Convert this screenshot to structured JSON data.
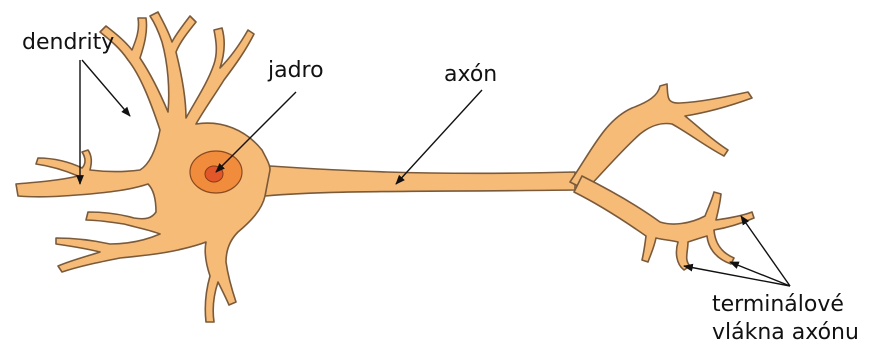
{
  "labels": {
    "dendrites": "dendrity",
    "nucleus": "jadro",
    "axon": "axón",
    "terminals_line1": "terminálové",
    "terminals_line2": "vlákna axónu"
  },
  "colors": {
    "cell_fill": "#f7bb78",
    "cell_stroke": "#7a5a3a",
    "nucleus_fill": "#f08c3c",
    "nucleolus_fill": "#e2572a",
    "arrow": "#111111",
    "background": "#ffffff"
  }
}
